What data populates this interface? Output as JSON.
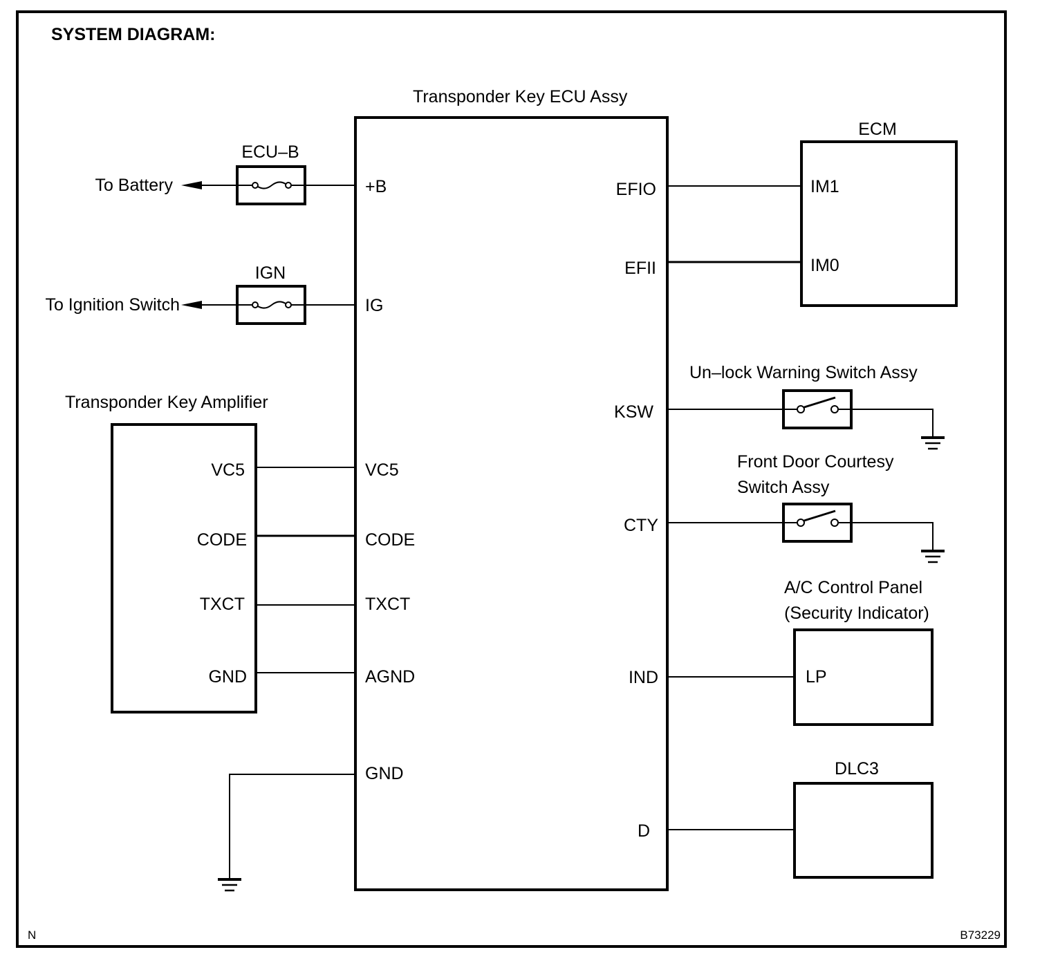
{
  "title": "SYSTEM DIAGRAM:",
  "footer": {
    "left_mark": "N",
    "figure_id": "B73229"
  },
  "ecu": {
    "label": "Transponder Key ECU Assy",
    "left_pins": [
      "+B",
      "IG",
      "VC5",
      "CODE",
      "TXCT",
      "AGND",
      "GND"
    ],
    "right_pins": [
      "EFIO",
      "EFII",
      "KSW",
      "CTY",
      "IND",
      "D"
    ]
  },
  "fuses": [
    {
      "label": "ECU–B",
      "to": "To Battery",
      "pin": "+B"
    },
    {
      "label": "IGN",
      "to": "To Ignition Switch",
      "pin": "IG"
    }
  ],
  "amplifier": {
    "label": "Transponder Key Amplifier",
    "pins": [
      "VC5",
      "CODE",
      "TXCT",
      "GND"
    ]
  },
  "ecm": {
    "label": "ECM",
    "pins": [
      "IM1",
      "IM0"
    ]
  },
  "unlock_switch": {
    "label": "Un–lock Warning Switch Assy"
  },
  "door_switch": {
    "label_line1": "Front Door Courtesy",
    "label_line2": "Switch Assy"
  },
  "ac_panel": {
    "label_line1": "A/C Control Panel",
    "label_line2": "(Security Indicator)",
    "pin": "LP"
  },
  "dlc3": {
    "label": "DLC3"
  }
}
